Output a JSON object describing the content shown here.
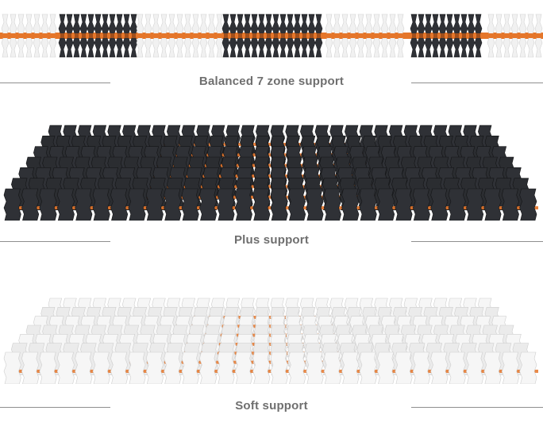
{
  "sections": [
    {
      "caption": "Balanced 7 zone support"
    },
    {
      "caption": "Plus support"
    },
    {
      "caption": "Soft support"
    }
  ],
  "colors": {
    "dark_spring": "#2f3136",
    "light_spring": "#f1f1f1",
    "spine": "#e5762a",
    "text": "#6f6f6f",
    "rule": "#8f8f8f"
  }
}
